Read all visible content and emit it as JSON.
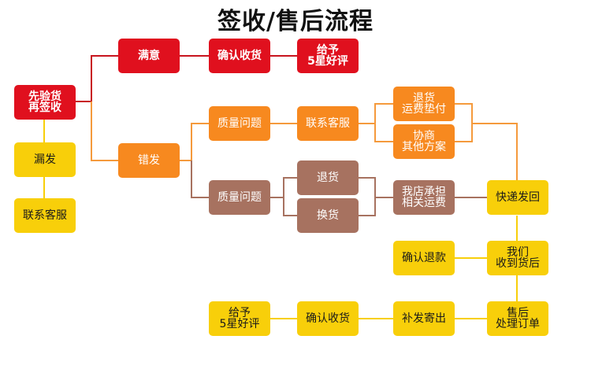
{
  "title": "签收/售后流程",
  "colors": {
    "red": "#e0101e",
    "orange": "#f7891f",
    "yellow": "#f8cf0a",
    "brown": "#a77260",
    "line_red": "#c8141e",
    "line_orange": "#f59a3c",
    "line_yellow": "#f8cf0a",
    "line_brown": "#a77260"
  },
  "nodes": {
    "inspect_sign": "先验货\n再签收",
    "satisfied": "满意",
    "confirm_receipt_top": "确认收货",
    "give_5star_top": "给予\n5星好评",
    "missing": "漏发",
    "contact_cs_left": "联系客服",
    "wrong_shipped": "错发",
    "quality_issue_orange": "质量问题",
    "contact_cs_orange": "联系客服",
    "return_shipping_prepaid": "退货\n运费垫付",
    "negotiate_other_plan": "协商\n其他方案",
    "quality_issue_brown": "质量问题",
    "return_goods": "退货",
    "exchange_goods": "换货",
    "store_bears_shipping": "我店承担\n相关运费",
    "express_return": "快递发回",
    "confirm_refund": "确认退款",
    "we_received": "我们\n收到货后",
    "after_sales": "售后\n处理订单",
    "reship": "补发寄出",
    "confirm_receipt_bottom": "确认收货",
    "give_5star_bottom": "给予\n5星好评"
  }
}
